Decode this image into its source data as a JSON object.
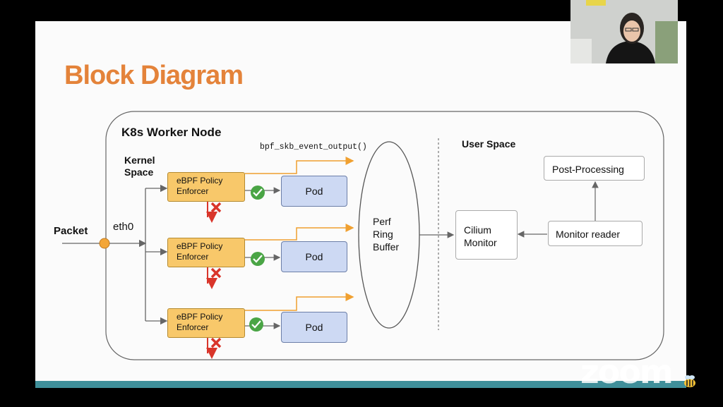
{
  "slide": {
    "title": "Block Diagram"
  },
  "diagram": {
    "node_title": "K8s Worker Node",
    "kernel_space": "Kernel Space",
    "user_space": "User Space",
    "packet": "Packet",
    "eth0": "eth0",
    "function_call": "bpf_skb_event_output()",
    "enforcers": [
      {
        "line1": "eBPF Policy",
        "line2": "Enforcer"
      },
      {
        "line1": "eBPF Policy",
        "line2": "Enforcer"
      },
      {
        "line1": "eBPF Policy",
        "line2": "Enforcer"
      }
    ],
    "pods": [
      "Pod",
      "Pod",
      "Pod"
    ],
    "ring_buffer": {
      "line1": "Perf",
      "line2": "Ring",
      "line3": "Buffer"
    },
    "cilium_monitor": {
      "line1": "Cilium",
      "line2": "Monitor"
    },
    "monitor_reader": "Monitor reader",
    "post_processing": "Post-Processing"
  },
  "colors": {
    "title": "#e4833a",
    "enforcer_fill": "#f8c86a",
    "pod_fill": "#cdd9f3",
    "output_arrow": "#f0a030",
    "drop_arrow": "#d9352a",
    "allow_check": "#4aa545",
    "bottom_bar": "#3f8f9a"
  },
  "overlay": {
    "zoom_watermark": "zoom"
  }
}
